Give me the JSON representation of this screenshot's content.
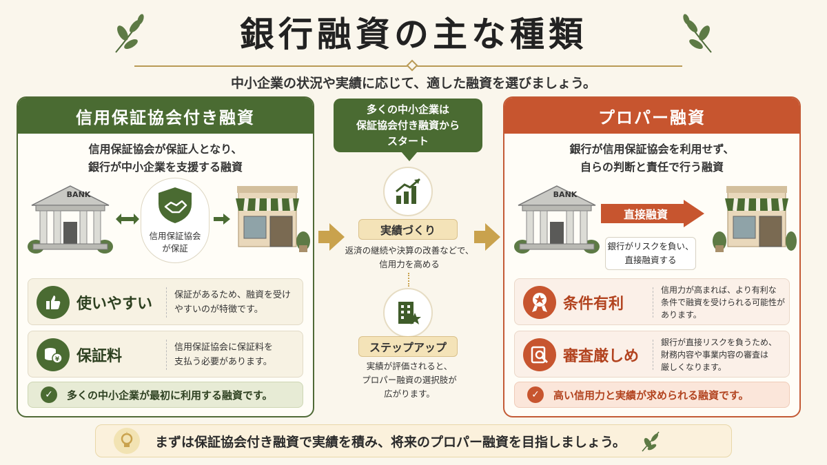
{
  "header": {
    "title": "銀行融資の主な種類",
    "subtitle": "中小企業の状況や実績に応じて、適した融資を選びましょう。"
  },
  "colors": {
    "green": "#4a6b32",
    "orange": "#c7552f",
    "gold": "#c9a24d",
    "background": "#faf6ec"
  },
  "left_panel": {
    "title": "信用保証協会付き融資",
    "description_line1": "信用保証協会が保証人となり、",
    "description_line2": "銀行が中小企業を支援する融資",
    "bank_label": "BANK",
    "guarantee_label_line1": "信用保証協会",
    "guarantee_label_line2": "が保証",
    "features": [
      {
        "icon": "thumbs-up-icon",
        "title": "使いやすい",
        "text_line1": "保証があるため、融資を受け",
        "text_line2": "やすいのが特徴です。"
      },
      {
        "icon": "yen-coins-icon",
        "title": "保証料",
        "text_line1": "信用保証協会に保証料を",
        "text_line2": "支払う必要があります。"
      }
    ],
    "note": "多くの中小企業が最初に利用する融資です。"
  },
  "center": {
    "callout_line1": "多くの中小企業は",
    "callout_line2": "保証協会付き融資から",
    "callout_line3": "スタート",
    "step1": {
      "icon": "growth-chart-icon",
      "label": "実績づくり",
      "text_line1": "返済の継続や決算の改善などで、",
      "text_line2": "信用力を高める"
    },
    "step2": {
      "icon": "building-star-icon",
      "label": "ステップアップ",
      "text_line1": "実績が評価されると、",
      "text_line2": "プロパー融資の選択肢が",
      "text_line3": "広がります。"
    }
  },
  "right_panel": {
    "title": "プロパー融資",
    "description_line1": "銀行が信用保証協会を利用せず、",
    "description_line2": "自らの判断と責任で行う融資",
    "bank_label": "BANK",
    "direct_label": "直接融資",
    "risk_line1": "銀行がリスクを負い、",
    "risk_line2": "直接融資する",
    "features": [
      {
        "icon": "award-medal-icon",
        "title": "条件有利",
        "text_line1": "信用力が高まれば、より有利な",
        "text_line2": "条件で融資を受けられる可能性が",
        "text_line3": "あります。"
      },
      {
        "icon": "document-search-icon",
        "title": "審査厳しめ",
        "text_line1": "銀行が直接リスクを負うため、",
        "text_line2": "財務内容や事業内容の審査は",
        "text_line3": "厳しくなります。"
      }
    ],
    "note": "高い信用力と実績が求められる融資です。"
  },
  "footer": {
    "icon": "lightbulb-icon",
    "text": "まずは保証協会付き融資で実績を積み、将来のプロパー融資を目指しましょう。"
  }
}
